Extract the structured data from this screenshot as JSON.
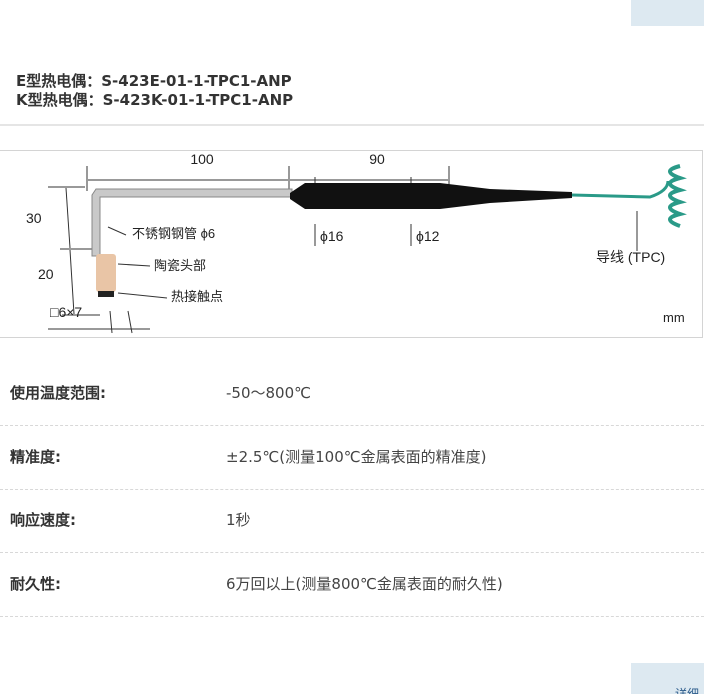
{
  "header": {
    "line1": "E型热电偶：S-423E-01-1-TPC1-ANP",
    "line2": "K型热电偶：S-423K-01-1-TPC1-ANP"
  },
  "figure": {
    "dim_100": "100",
    "dim_90": "90",
    "dim_30": "30",
    "dim_20": "20",
    "tube": "不锈钢钢管 ϕ6",
    "ceramic": "陶瓷头部",
    "junction": "热接触点",
    "size": "□6×7",
    "d16": "ϕ16",
    "d12": "ϕ12",
    "lead": "导线 (TPC)",
    "unit": "mm",
    "lead_color": "#2a9a88"
  },
  "specs": [
    {
      "label": "使用温度范围:",
      "value": "-50～800℃"
    },
    {
      "label": "精准度:",
      "value": "±2.5℃(测量100℃金属表面的精准度)"
    },
    {
      "label": "响应速度:",
      "value": "1秒"
    },
    {
      "label": "耐久性:",
      "value": "6万回以上(测量800℃金属表面的耐久性)"
    }
  ],
  "more_button": "详细"
}
